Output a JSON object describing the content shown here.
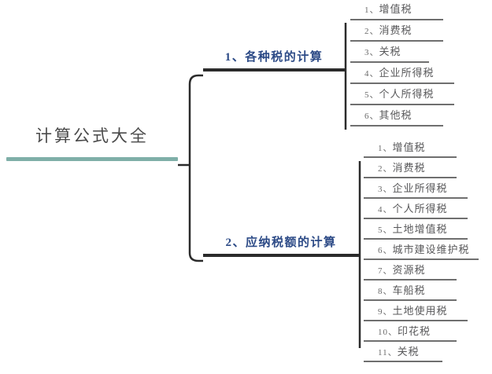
{
  "diagram": {
    "type": "mind-map",
    "title": "计算公式大全",
    "root": {
      "label": "计算公式大全",
      "accent_color": "#7fafa8",
      "text_color": "#4a4a4a"
    },
    "branch_color": "#2c4a86",
    "leaf_color": "#58585a",
    "connector_color": "#2b2b2b",
    "branches": [
      {
        "label": "1、各种税的计算",
        "leaves": [
          {
            "num": "1、",
            "text": "增值税"
          },
          {
            "num": "2、",
            "text": "消费税"
          },
          {
            "num": "3、",
            "text": "关税"
          },
          {
            "num": "4、",
            "text": "企业所得税"
          },
          {
            "num": "5、",
            "text": "个人所得税"
          },
          {
            "num": "6、",
            "text": "其他税"
          }
        ]
      },
      {
        "label": "2、应纳税额的计算",
        "leaves": [
          {
            "num": "1、",
            "text": "增值税"
          },
          {
            "num": "2、",
            "text": "消费税"
          },
          {
            "num": "3、",
            "text": "企业所得税"
          },
          {
            "num": "4、",
            "text": "个人所得税"
          },
          {
            "num": "5、",
            "text": "土地增值税"
          },
          {
            "num": "6、",
            "text": "城市建设维护税"
          },
          {
            "num": "7、",
            "text": "资源税"
          },
          {
            "num": "8、",
            "text": "车船税"
          },
          {
            "num": "9、",
            "text": "土地使用税"
          },
          {
            "num": "10、",
            "text": "印花税"
          },
          {
            "num": "11、",
            "text": "关税"
          }
        ]
      }
    ]
  }
}
